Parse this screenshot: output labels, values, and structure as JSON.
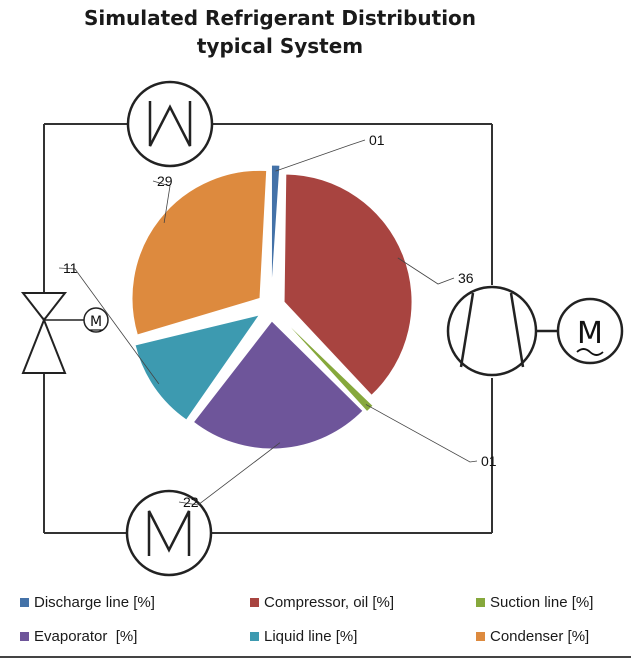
{
  "title": {
    "line1": "Simulated Refrigerant Distribution",
    "line2": "typical System"
  },
  "chart_data": {
    "type": "pie",
    "slices": [
      {
        "name": "Discharge line [%]",
        "label": "01",
        "value": 1,
        "color": "#4472a8"
      },
      {
        "name": "Compressor, oil [%]",
        "label": "36",
        "value": 36,
        "color": "#a84440"
      },
      {
        "name": "Suction line [%]",
        "label": "01",
        "value": 1,
        "color": "#86a83c"
      },
      {
        "name": "Evaporator  [%]",
        "label": "22",
        "value": 22,
        "color": "#6e559a"
      },
      {
        "name": "Liquid line [%]",
        "label": "11",
        "value": 11,
        "color": "#3d9ab0"
      },
      {
        "name": "Condenser [%]",
        "label": "29",
        "value": 29,
        "color": "#dd8a3e"
      }
    ],
    "legend_position": "bottom"
  },
  "components": {
    "condenser_symbol": "heat-exchanger-w",
    "evaporator_symbol": "heat-exchanger-m",
    "compressor_symbol": "compressor",
    "motor_large_label": "M",
    "motor_small_label": "M",
    "valve_symbol": "expansion-valve"
  }
}
